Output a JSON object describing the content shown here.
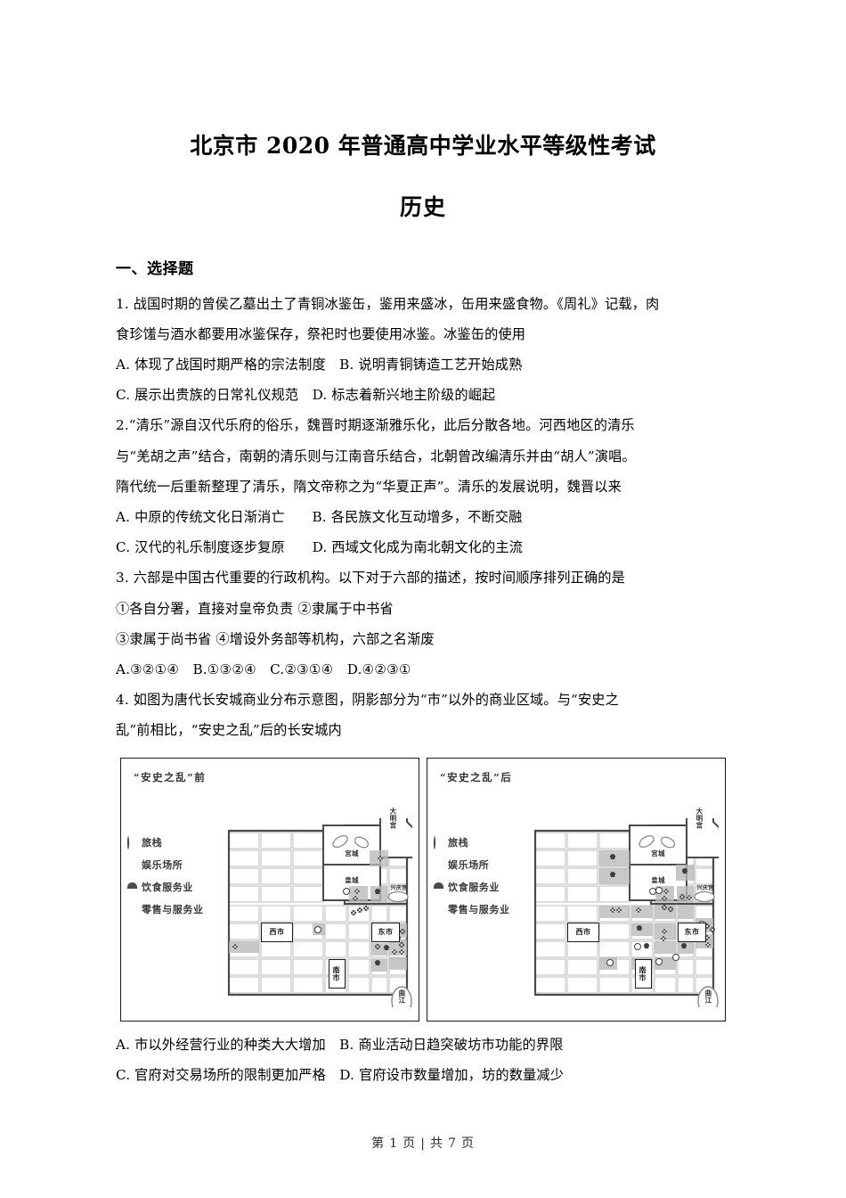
{
  "header": {
    "title": "北京市 2020 年普通高中学业水平等级性考试",
    "subject": "历史"
  },
  "section": {
    "heading": "一、选择题"
  },
  "questions": [
    {
      "number": "1.",
      "stem_lines": [
        "1. 战国时期的曾侯乙墓出土了青铜冰鉴缶，鉴用来盛冰，缶用来盛食物。《周礼》记载，肉",
        "食珍馐与酒水都要用冰鉴保存，祭祀时也要使用冰鉴。冰鉴缶的使用"
      ],
      "option_lines": [
        "A. 体现了战国时期严格的宗法制度　B. 说明青铜铸造工艺开始成熟",
        "C. 展示出贵族的日常礼仪规范　D. 标志着新兴地主阶级的崛起"
      ]
    },
    {
      "number": "2.",
      "stem_lines": [
        "2.“清乐”源自汉代乐府的俗乐，魏晋时期逐渐雅乐化，此后分散各地。河西地区的清乐",
        "与“羌胡之声”结合，南朝的清乐则与江南音乐结合，北朝曾改编清乐并由“胡人”演唱。",
        "隋代统一后重新整理了清乐，隋文帝称之为“华夏正声”。清乐的发展说明，魏晋以来"
      ],
      "option_lines": [
        "A. 中原的传统文化日渐消亡　　B. 各民族文化互动增多，不断交融",
        "C. 汉代的礼乐制度逐步复原　　D. 西域文化成为南北朝文化的主流"
      ]
    },
    {
      "number": "3.",
      "stem_lines": [
        "3. 六部是中国古代重要的行政机构。以下对于六部的描述，按时间顺序排列正确的是",
        "①各自分署，直接对皇帝负责 ②隶属于中书省",
        "③隶属于尚书省 ④增设外务部等机构，六部之名渐废"
      ],
      "option_lines": [
        "A.③②①④　B.①③②④　C.②③①④　D.④②③①"
      ]
    },
    {
      "number": "4.",
      "stem_lines": [
        "4. 如图为唐代长安城商业分布示意图，阴影部分为“市”以外的商业区域。与“安史之",
        "乱”前相比，“安史之乱”后的长安城内"
      ],
      "option_lines": [
        "A. 市以外经营行业的种类大大增加　B. 商业活动日趋突破坊市功能的界限",
        "C. 官府对交易场所的限制更加严格　D. 官府设市数量增加，坊的数量减少"
      ]
    }
  ],
  "figure": {
    "panels": [
      {
        "title": "“安史之乱”前",
        "legend": [
          {
            "icon": "circle-icon",
            "label": "旅栈"
          },
          {
            "icon": "flower-icon",
            "label": "娱乐场所"
          },
          {
            "icon": "cup-icon",
            "label": "饮食服务业"
          },
          {
            "icon": "small-gear-icon",
            "label": "零售与服务业"
          }
        ],
        "map_labels": {
          "daminggong": "大明宫",
          "gongcheng": "宫城",
          "huangcheng": "皇城",
          "xingqinggong": "兴庆宫",
          "qujiang": "曲江"
        },
        "markets": {
          "west": "西市",
          "east": "东市",
          "south": "南市"
        }
      },
      {
        "title": "“安史之乱”后",
        "legend": [
          {
            "icon": "circle-icon",
            "label": "旅栈"
          },
          {
            "icon": "flower-icon",
            "label": "娱乐场所"
          },
          {
            "icon": "cup-icon",
            "label": "饮食服务业"
          },
          {
            "icon": "small-gear-icon",
            "label": "零售与服务业"
          }
        ],
        "map_labels": {
          "daminggong": "大明宫",
          "gongcheng": "宫城",
          "huangcheng": "皇城",
          "xingqinggong": "兴庆宫",
          "qujiang": "曲江"
        },
        "markets": {
          "west": "西市",
          "east": "东市",
          "south": "南市"
        }
      }
    ]
  },
  "footer": {
    "text": "第 1 页 | 共 7 页"
  }
}
